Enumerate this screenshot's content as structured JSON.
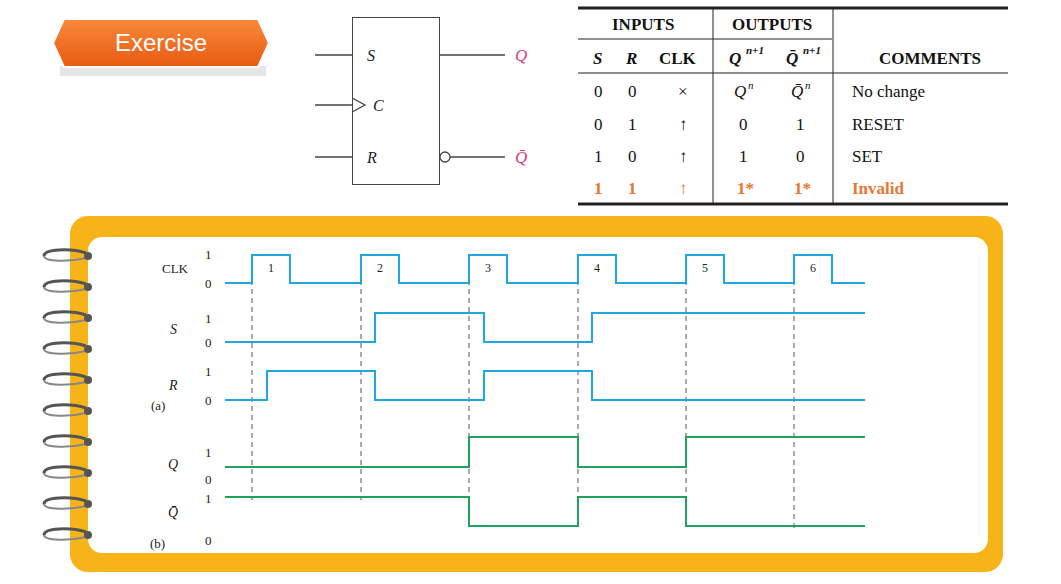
{
  "diagram": {
    "nodes": [
      {
        "text": [
          "Exercise"
        ]
      },
      {
        "text": [
          "S",
          "C",
          "R"
        ]
      }
    ],
    "labels": [
      "Q",
      "Q̄",
      "INPUTS",
      "OUTPUTS",
      "S",
      "R",
      "CLK",
      "Q",
      "n+1",
      "Q̄",
      "n+1",
      "COMMENTS",
      "0",
      "0",
      "×",
      "Q",
      "n",
      "Q̄",
      "n",
      "No change",
      "0",
      "1",
      "↑",
      "0",
      "1",
      "RESET",
      "1",
      "0",
      "↑",
      "1",
      "0",
      "SET",
      "1",
      "1",
      "↑",
      "1*",
      "1*",
      "Invalid",
      "CLK",
      "1",
      "0",
      "1",
      "2",
      "3",
      "4",
      "5",
      "6",
      "S",
      "1",
      "0",
      "R",
      "1",
      "0",
      "(a)",
      "Q",
      "1",
      "0",
      "Q̄",
      "1",
      "0",
      "(b)"
    ]
  }
}
